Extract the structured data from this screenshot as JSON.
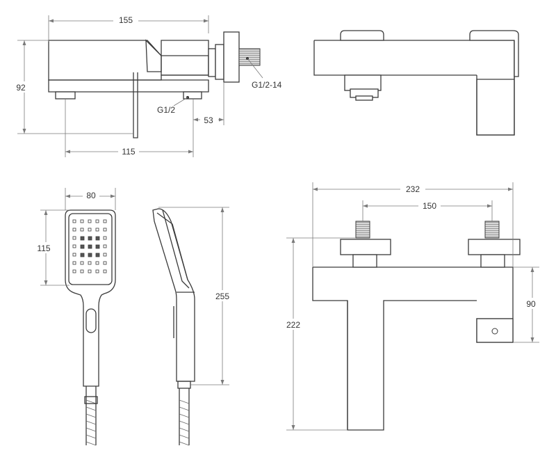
{
  "dimensions": {
    "top_left": {
      "width_total": "155",
      "height_total": "92",
      "spout_offset": "115",
      "inlet_offset": "53",
      "thread_outlet": "G1/2",
      "thread_inlet": "G1/2-14"
    },
    "handshower": {
      "head_width": "80",
      "head_height": "115",
      "total_length": "255"
    },
    "front_view": {
      "width_total": "232",
      "inlet_spacing": "150",
      "body_height": "90",
      "overall_height": "222"
    }
  }
}
